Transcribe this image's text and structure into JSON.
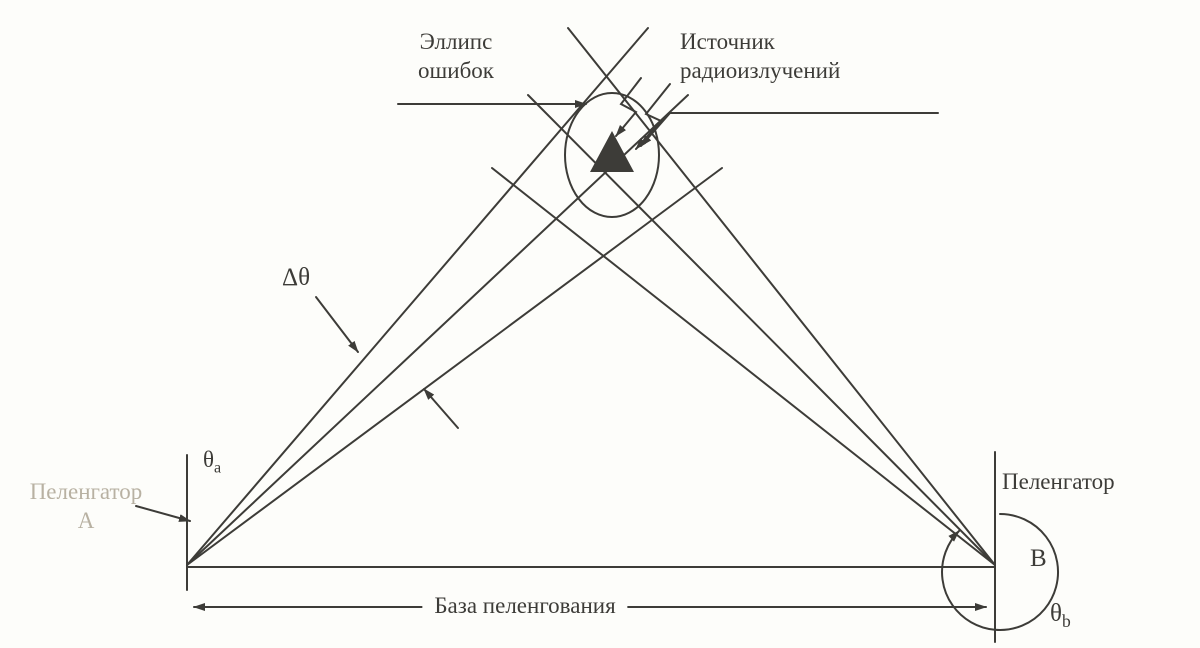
{
  "colors": {
    "ink": "#3d3c38",
    "faint_label": "#b8b1a2",
    "background": "#fdfdfa"
  },
  "labels": {
    "error_ellipse": {
      "line1": "Эллипс",
      "line2": "ошибок"
    },
    "source": {
      "line1": "Источник",
      "line2": "радиоизлучений"
    },
    "delta_theta": "Δθ",
    "theta_a": {
      "symbol": "θ",
      "sub": "a"
    },
    "theta_b": {
      "symbol": "θ",
      "sub": "b"
    },
    "df_a": {
      "name": "Пеленгатор",
      "letter": "А"
    },
    "df_b": {
      "name": "Пеленгатор",
      "letter": "B"
    },
    "baseline": "База пеленгования"
  }
}
